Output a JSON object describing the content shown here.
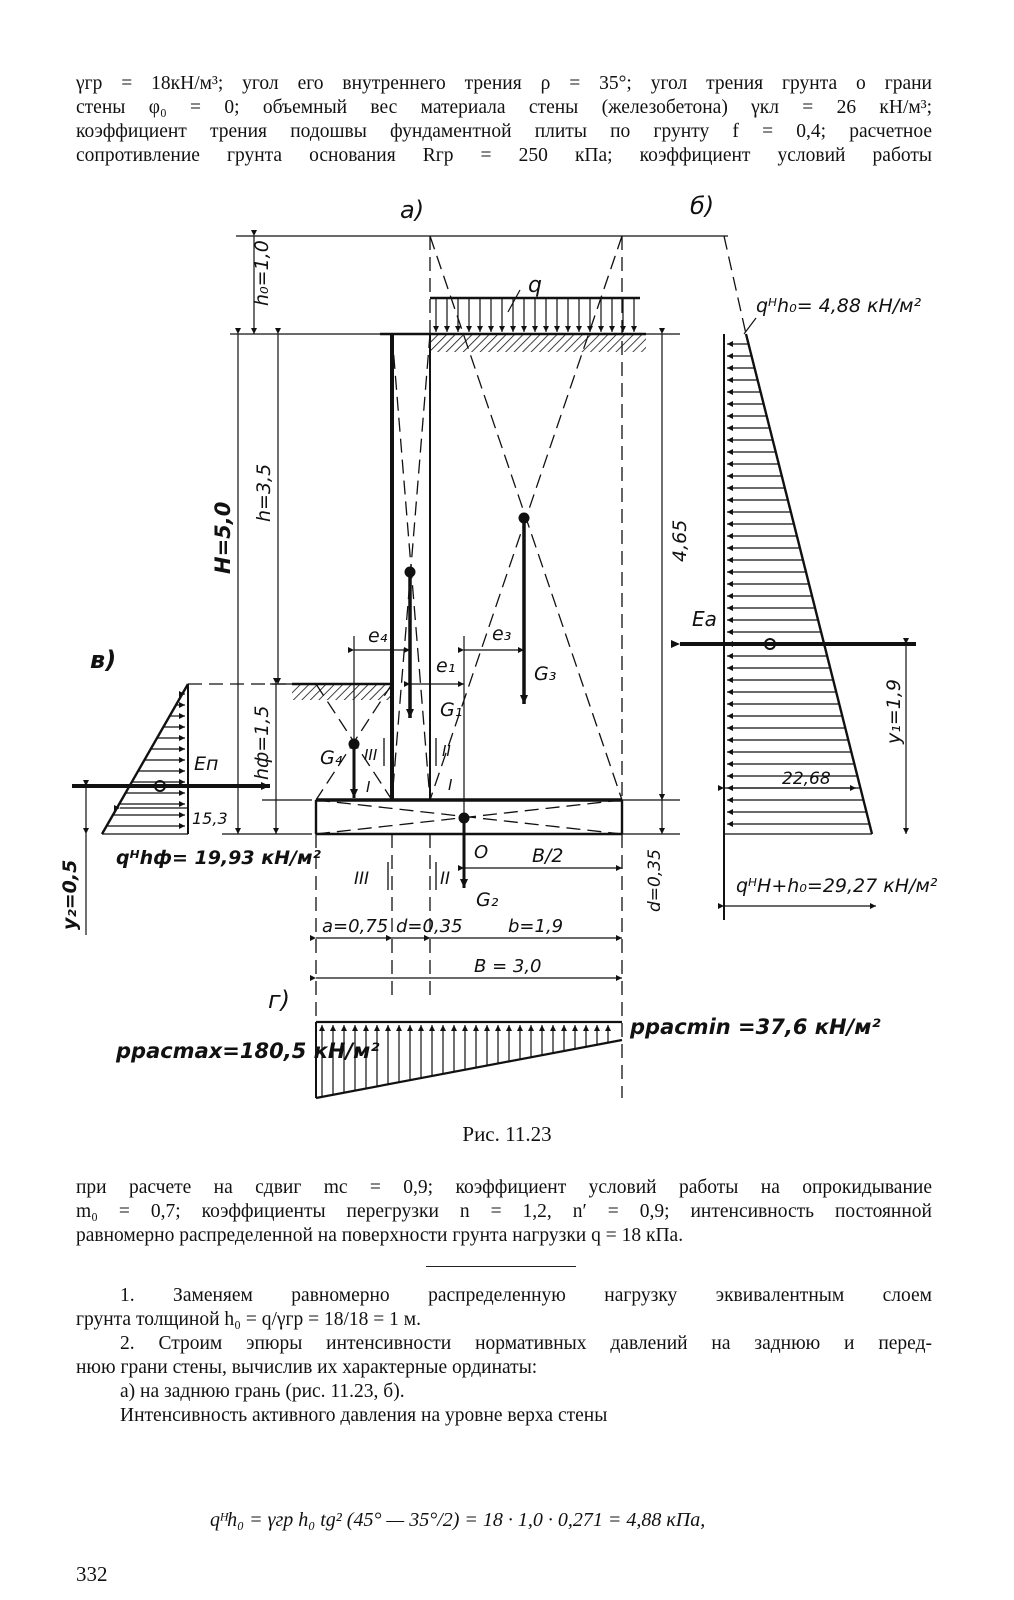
{
  "top_text": {
    "line1": "γгр = 18кН/м³; угол его внутреннего трения ρ = 35°; угол трения грунта о грани",
    "line2": "стены φ₀ = 0; объемный вес материала стены (железобетона) γкл = 26 кН/м³;",
    "line3": "коэффициент трения подошвы фундаментной плиты по грунту f = 0,4; расчетное",
    "line4": "сопротивление грунта основания Rгр = 250 кПа; коэффициент условий работы"
  },
  "figure": {
    "caption": "Рис. 11.23",
    "panel_a": "а)",
    "panel_b": "б)",
    "panel_v": "в)",
    "panel_g": "г)",
    "h0": "h₀=1,0",
    "h": "h=3,5",
    "H": "H=5,0",
    "hf": "hф=1,5",
    "dim_465": "4,65",
    "d035": "d=0,35",
    "y1": "y₁=1,9",
    "y2": "y₂=0,5",
    "q": "q",
    "qh0": "qᴴh₀= 4,88 кН/м²",
    "qHh0": "qᴴH+h₀=29,27 кН/м²",
    "qhf": "qᴴhф= 19,93 кН/м²",
    "v2268": "22,68",
    "v153": "15,3",
    "Ea": "Ea",
    "En": "Eп",
    "e1": "e₁",
    "e3": "e₃",
    "e4": "e₄",
    "G1": "G₁",
    "G2": "G₂",
    "G3": "G₃",
    "G4": "G₄",
    "O": "O",
    "B2": "B/2",
    "roman1": "I",
    "roman2": "II",
    "roman3": "III",
    "a075": "a=0,75",
    "d035b": "d=0,35",
    "b19": "b=1,9",
    "B30": "B = 3,0",
    "pmax": "pрасmax=180,5 кН/м²",
    "pmin": "pрасmin =37,6 кН/м²"
  },
  "bottom_text": {
    "para1_l1": "при расчете на сдвиг mc = 0,9; коэффициент условий работы на опрокидывание",
    "para1_l2": "m₀ = 0,7; коэффициенты перегрузки n = 1,2, n′ = 0,9; интенсивность постоянной",
    "para1_l3": "равномерно распределенной на поверхности грунта нагрузки q = 18 кПа.",
    "item1_l1": "1. Заменяем равномерно распределенную нагрузку эквивалентным слоем",
    "item1_l2": "грунта толщиной h₀ = q/γгр = 18/18 = 1 м.",
    "item2_l1": "2. Строим эпюры интенсивности нормативных давлений на заднюю и перед-",
    "item2_l2": "нюю грани стены, вычислив их характерные ординаты:",
    "item2_l3": "а) на заднюю грань (рис. 11.23, б).",
    "item2_l4": "Интенсивность активного давления на уровне верха стены",
    "formula": "qᴴh₀ = γгр h₀ tg² (45° — 35°/2) = 18 · 1,0 · 0,271 = 4,88 кПа,"
  },
  "page_number": "332"
}
